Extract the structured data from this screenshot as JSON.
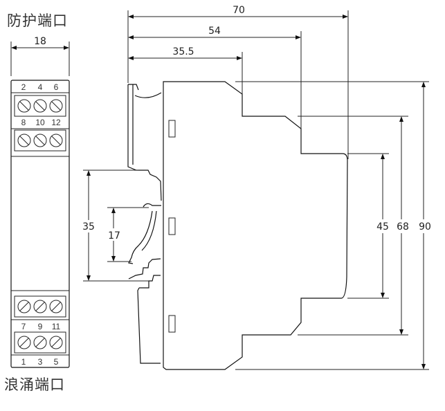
{
  "labels": {
    "protection_port": "防护端口",
    "surge_port": "浪涌端口"
  },
  "front_view": {
    "width_dim": "18",
    "top_terminals_row1": [
      "2",
      "4",
      "6"
    ],
    "top_terminals_row2": [
      "8",
      "10",
      "12"
    ],
    "bottom_terminals_row1": [
      "7",
      "9",
      "11"
    ],
    "bottom_terminals_row2": [
      "1",
      "3",
      "5"
    ]
  },
  "side_view": {
    "depth_dims": [
      "70",
      "54",
      "35.5"
    ],
    "rail_dims": [
      "35",
      "17"
    ],
    "height_dims": [
      "45",
      "68",
      "90"
    ]
  },
  "colors": {
    "line": "#111111",
    "text": "#222222",
    "background": "#ffffff"
  }
}
